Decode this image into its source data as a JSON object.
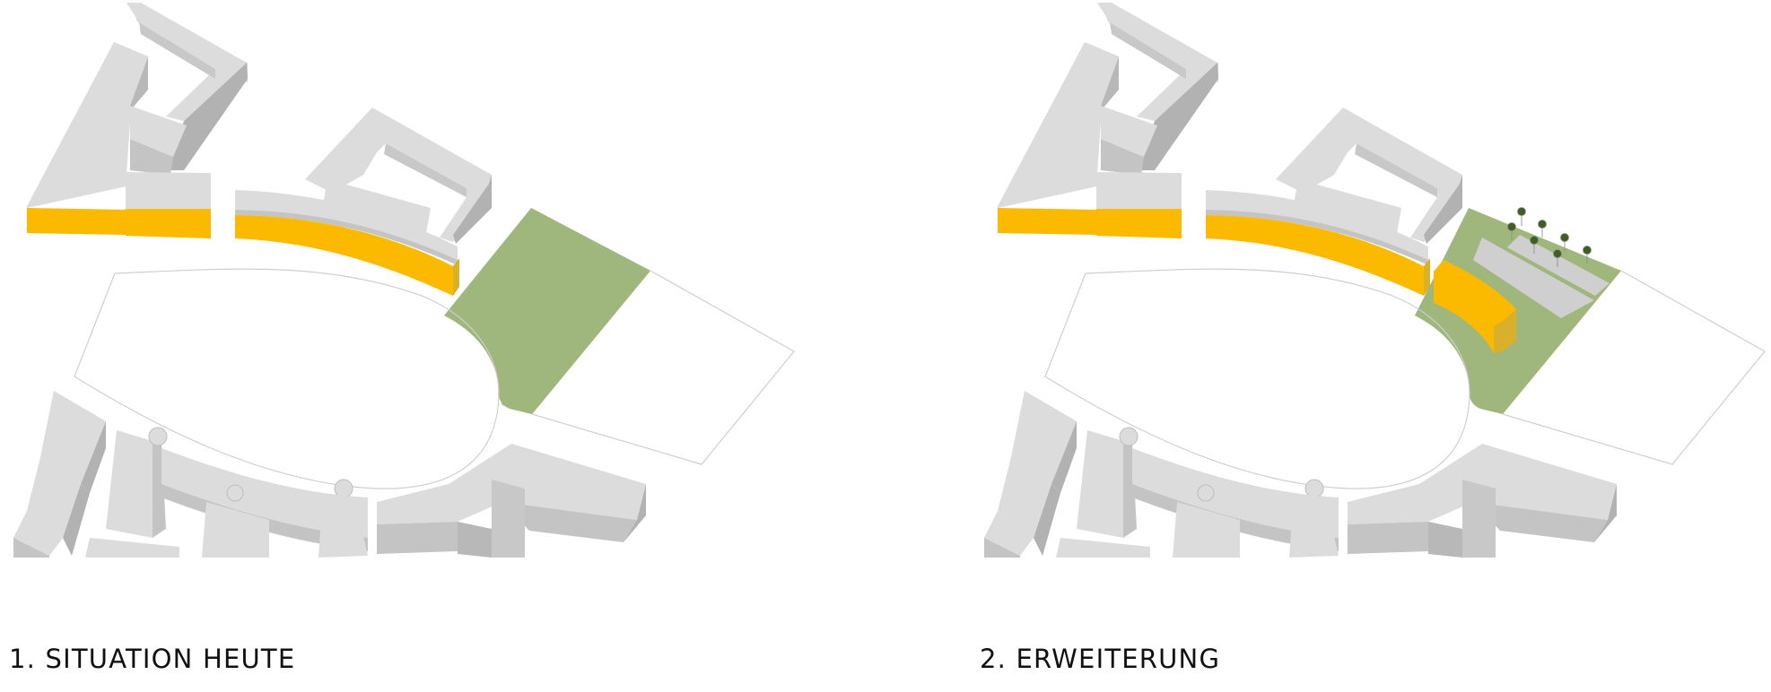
{
  "colors": {
    "building_roof": "#dcdcdc",
    "building_side_light": "#c8c8c8",
    "building_side_dark": "#b2b2b2",
    "highlight_facade": "#fbb900",
    "highlight_facade_side": "#d8b02a",
    "green_space": "#9fb77c",
    "tree": "#3f5e22",
    "outline": "#cfcfcf",
    "caption_text": "#111111"
  },
  "panels": [
    {
      "id": "situation-heute",
      "caption": "1. SITUATION HEUTE",
      "features": [
        "existing-buildings",
        "highlighted-facades",
        "green-space",
        "plaza-outline",
        "lot-outline"
      ]
    },
    {
      "id": "erweiterung",
      "caption": "2. ERWEITERUNG",
      "features": [
        "existing-buildings",
        "highlighted-facades",
        "green-space",
        "new-building-extension",
        "parking-rows",
        "trees",
        "plaza-outline",
        "lot-outline"
      ],
      "tree_count": 7
    }
  ]
}
